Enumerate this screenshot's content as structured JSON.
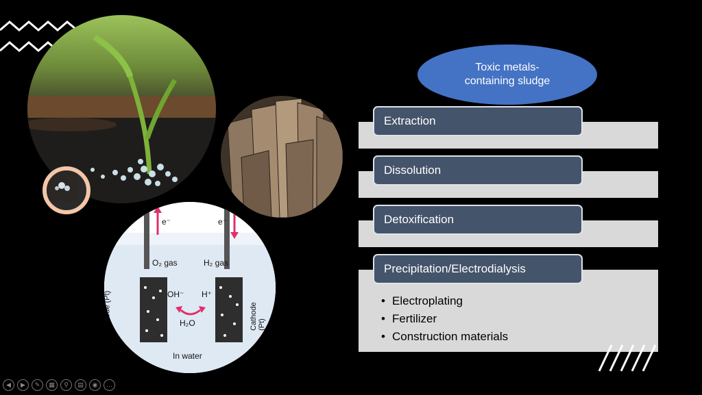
{
  "slide": {
    "oval_text": [
      "Toxic metals-",
      "containing sludge"
    ],
    "steps": [
      "Extraction",
      "Dissolution",
      "Detoxification",
      "Precipitation/Electrodialysis"
    ],
    "uses": [
      "Electroplating",
      "Fertilizer",
      "Construction materials"
    ]
  },
  "electrolysis": {
    "e_left": "e⁻",
    "e_right": "e⁻",
    "o2": "O₂ gas",
    "h2": "H₂ gas",
    "oh": "OH⁻",
    "hplus": "H⁺",
    "water": "H₂O",
    "in_water": "In water",
    "anode": "Anode (Pt)",
    "cathode": "Cathode (Pt)"
  },
  "controls": [
    "prev-icon",
    "next-icon",
    "pen-icon",
    "slides-icon",
    "zoom-icon",
    "subtitles-icon",
    "camera-icon",
    "more-icon"
  ],
  "colors": {
    "oval": "#4472c4",
    "step": "#44546a",
    "band": "#d9d9d9",
    "ring": "#f3c6a8"
  }
}
